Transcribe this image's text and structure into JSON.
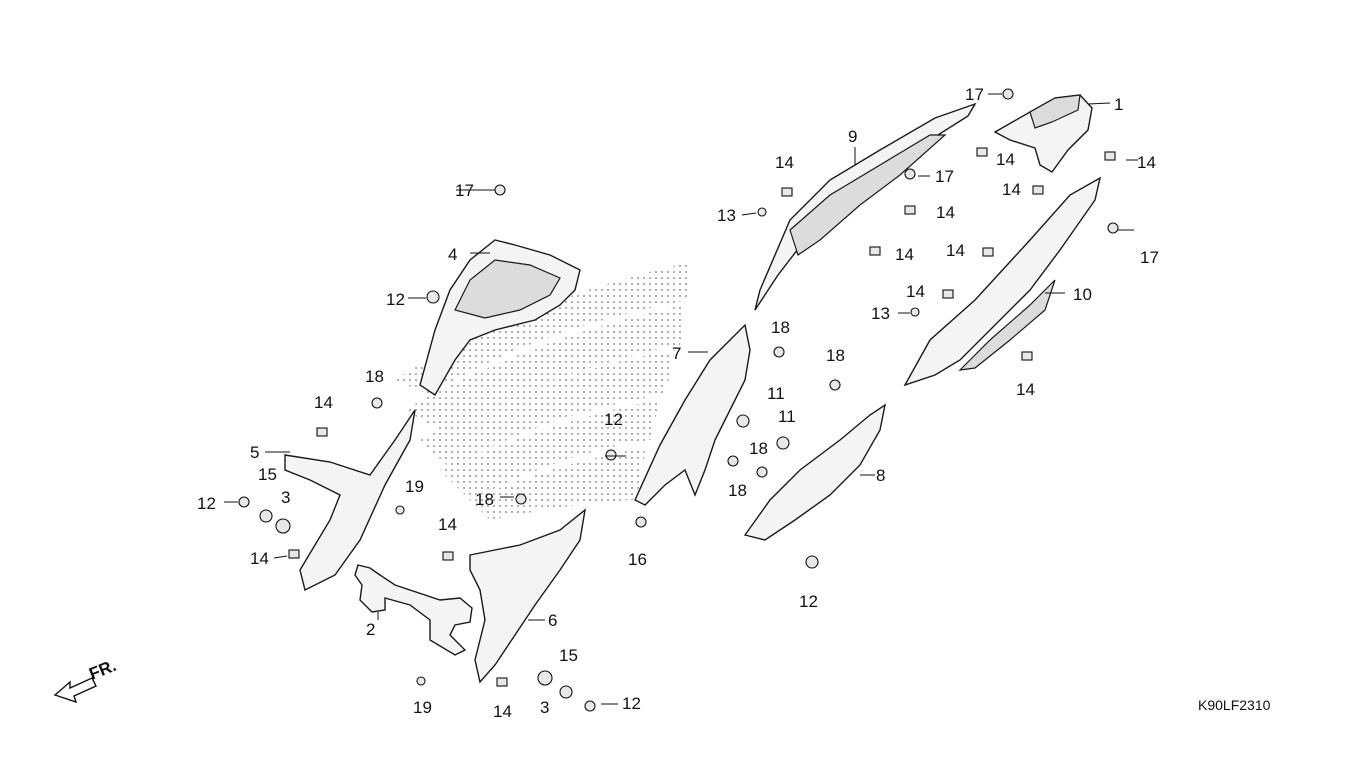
{
  "diagram": {
    "code": "K90LF2310",
    "fr_label": "FR.",
    "labels": {
      "n1": "1",
      "n2": "2",
      "n3": "3",
      "n4": "4",
      "n5": "5",
      "n6": "6",
      "n7": "7",
      "n8": "8",
      "n9": "9",
      "n10": "10",
      "n11": "11",
      "n12": "12",
      "n13": "13",
      "n14": "14",
      "n15": "15",
      "n16": "16",
      "n17": "17",
      "n18": "18",
      "n19": "19"
    }
  }
}
